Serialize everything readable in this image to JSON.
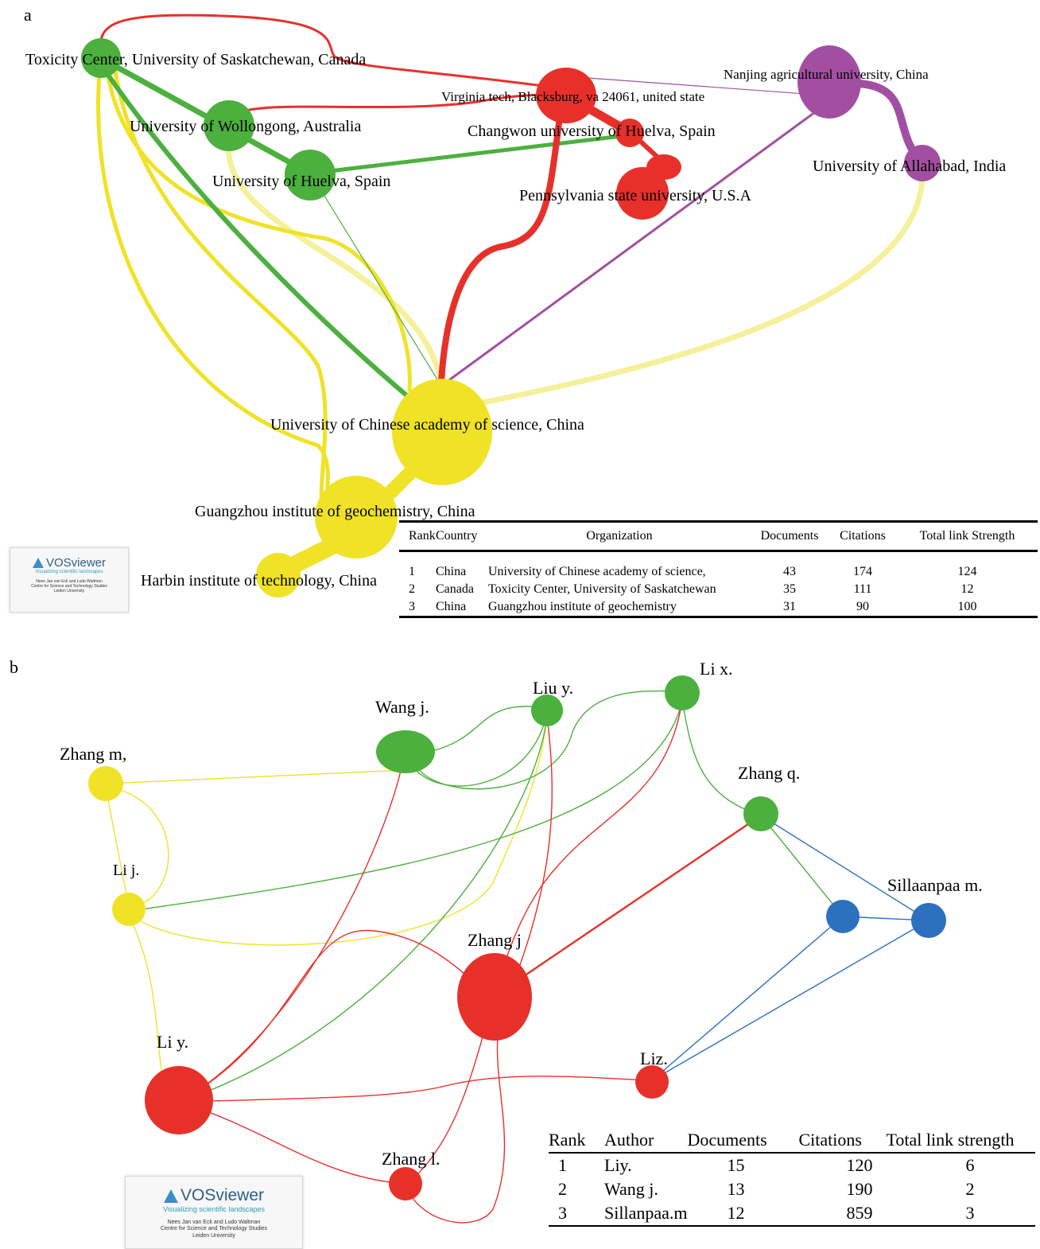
{
  "panel_a": {
    "label": "a",
    "nodes": {
      "toxicity": "Toxicity Center, University of Saskatchewan, Canada",
      "virginia": "Virginia tech, Blacksburg, va 24061, united state",
      "nanjing": "Nanjing agricultural university, China",
      "wollongong": "University of Wollongong, Australia",
      "changwon": "Changwon university of Huelva, Spain",
      "huelva": "University of Huelva, Spain",
      "allahabad": "University of Allahabad, India",
      "pennsylvania": "Pennsylvania state university, U.S.A",
      "ucas": "University of Chinese academy of science, China",
      "guangzhou": "Guangzhou institute of geochemistry, China",
      "harbin": "Harbin institute of technology, China"
    },
    "colors": {
      "red": "#e8302a",
      "green": "#4cb03e",
      "yellow": "#f0e226",
      "purple": "#a34fa1",
      "light_yellow": "#f5f09a"
    },
    "table": {
      "headers": {
        "rank": "Rank",
        "country": "Country",
        "organization": "Organization",
        "documents": "Documents",
        "citations": "Citations",
        "tls": "Total link Strength"
      },
      "rows": [
        {
          "rank": "1",
          "country": "China",
          "organization": "University of Chinese academy of science,",
          "documents": "43",
          "citations": "174",
          "tls": "124"
        },
        {
          "rank": "2",
          "country": "Canada",
          "organization": "Toxicity Center, University of Saskatchewan",
          "documents": "35",
          "citations": "111",
          "tls": "12"
        },
        {
          "rank": "3",
          "country": "China",
          "organization": "Guangzhou institute of geochemistry",
          "documents": "31",
          "citations": "90",
          "tls": "100"
        }
      ]
    },
    "logo": {
      "brand": "VOSviewer",
      "tag": "Visualizing scientific landscapes",
      "credit1": "Nees Jan van Eck and Ludo Waltman",
      "credit2": "Centre for Science and Technology Studies",
      "credit3": "Leiden University"
    }
  },
  "panel_b": {
    "label": "b",
    "nodes": {
      "lix": "Li x.",
      "liuy": "Liu y.",
      "wangj": "Wang j.",
      "zhangm": "Zhang m,",
      "zhangq": "Zhang q.",
      "lij": "Li j.",
      "sillanpaa": "Sillaanpaa m.",
      "zhangj": "Zhang j",
      "liy": "Li y.",
      "liz": "Liz.",
      "zhangl": "Zhang l."
    },
    "colors": {
      "red": "#e8302a",
      "green": "#4cb03e",
      "yellow": "#f0e226",
      "blue": "#2c70bf"
    },
    "table": {
      "headers": {
        "rank": "Rank",
        "author": "Author",
        "documents": "Documents",
        "citations": "Citations",
        "tls": "Total link strength"
      },
      "rows": [
        {
          "rank": "1",
          "author": "Liy.",
          "documents": "15",
          "citations": "120",
          "tls": "6"
        },
        {
          "rank": "2",
          "author": "Wang j.",
          "documents": "13",
          "citations": "190",
          "tls": "2"
        },
        {
          "rank": "3",
          "author": "Sillanpaa.m",
          "documents": "12",
          "citations": "859",
          "tls": "3"
        }
      ]
    },
    "logo": {
      "brand": "VOSviewer",
      "tag": "Visualizing scientific landscapes",
      "credit1": "Nees Jan van Eck and Ludo Waltman",
      "credit2": "Centre for Science and Technology Studies",
      "credit3": "Leiden University"
    }
  }
}
